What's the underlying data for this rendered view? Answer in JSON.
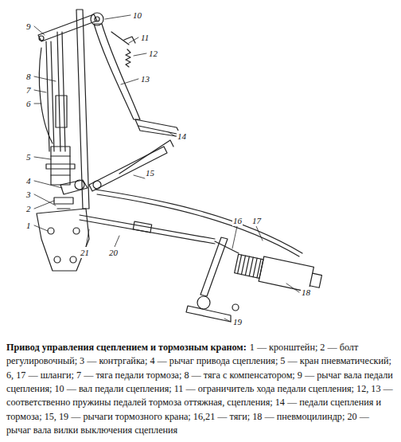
{
  "diagram": {
    "title": "Привод управления сцеплением и тормозным краном:",
    "caption": "1 — кронштейн; 2 — болт регулировочный; 3 — контргайка; 4 — рычаг привода сцепления; 5 — кран пневматический; 6, 17 — шланги; 7 — тяга педали тормоза; 8 — тяга с компенсатором; 9 — рычаг вала педали сцепления; 10 — вал педали сцепления; 11 — ограничитель хода педали сцепления; 12, 13 — соответственно пружины педалей тормоза оттяжная, сцепления; 14 — педали сцепления и тормоза; 15, 19 — рычаги тормозного крана; 16,21 — тяги; 18 — пневмоцилиндр; 20 — рычаг вала вилки выключения сцепления",
    "labels": [
      "1",
      "2",
      "3",
      "4",
      "5",
      "6",
      "7",
      "8",
      "9",
      "10",
      "11",
      "12",
      "13",
      "14",
      "15",
      "16",
      "17",
      "18",
      "19",
      "20",
      "21"
    ]
  }
}
